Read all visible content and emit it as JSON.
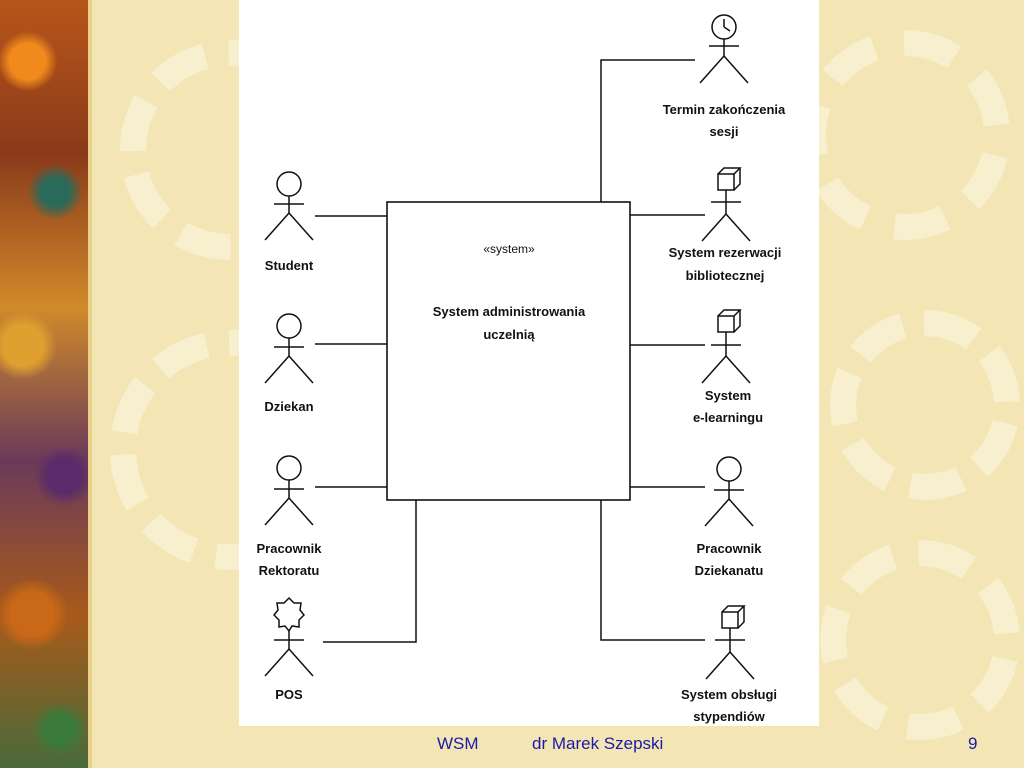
{
  "diagram": {
    "stereotype": "«system»",
    "system_name_line1": "System administrowania",
    "system_name_line2": "uczelnią",
    "actors": [
      {
        "name_lines": [
          "Student"
        ],
        "icon": "stick-figure"
      },
      {
        "name_lines": [
          "Dziekan"
        ],
        "icon": "stick-figure"
      },
      {
        "name_lines": [
          "Pracownik",
          "Rektoratu"
        ],
        "icon": "stick-figure"
      },
      {
        "name_lines": [
          "POS"
        ],
        "icon": "stick-figure-gear-head"
      },
      {
        "name_lines": [
          "Termin zakończenia",
          "sesji"
        ],
        "icon": "stick-figure-clock-head"
      },
      {
        "name_lines": [
          "System rezerwacji",
          "bibliotecznej"
        ],
        "icon": "stick-figure-cube-head"
      },
      {
        "name_lines": [
          "System",
          "e-learningu"
        ],
        "icon": "stick-figure-cube-head"
      },
      {
        "name_lines": [
          "Pracownik",
          "Dziekanatu"
        ],
        "icon": "stick-figure"
      },
      {
        "name_lines": [
          "System obsługi",
          "stypendiów"
        ],
        "icon": "stick-figure-cube-head"
      }
    ]
  },
  "footer": {
    "left": "WSM",
    "author": "dr Marek Szepski",
    "page_number": "9"
  },
  "colors": {
    "background": "#f3e6b4",
    "footer_text": "#1a1aa8",
    "diagram_ink": "#111111"
  }
}
